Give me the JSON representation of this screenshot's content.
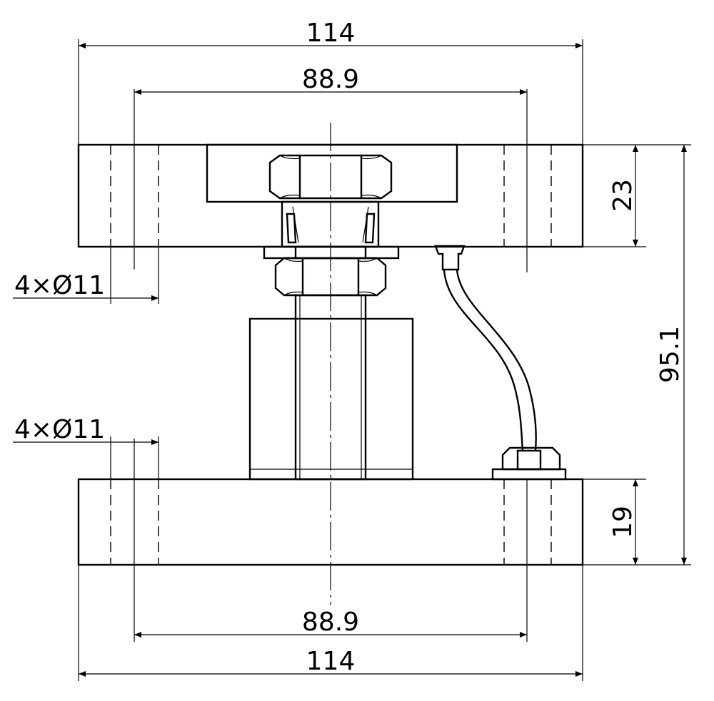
{
  "dimensions": {
    "top_width": "114",
    "top_hole_spacing": "88.9",
    "top_plate_thickness": "23",
    "total_height": "95.1",
    "top_holes": "4×Ø11",
    "bottom_holes": "4×Ø11",
    "bottom_plate_thickness": "19",
    "bottom_hole_spacing": "88.9",
    "bottom_width": "114"
  }
}
